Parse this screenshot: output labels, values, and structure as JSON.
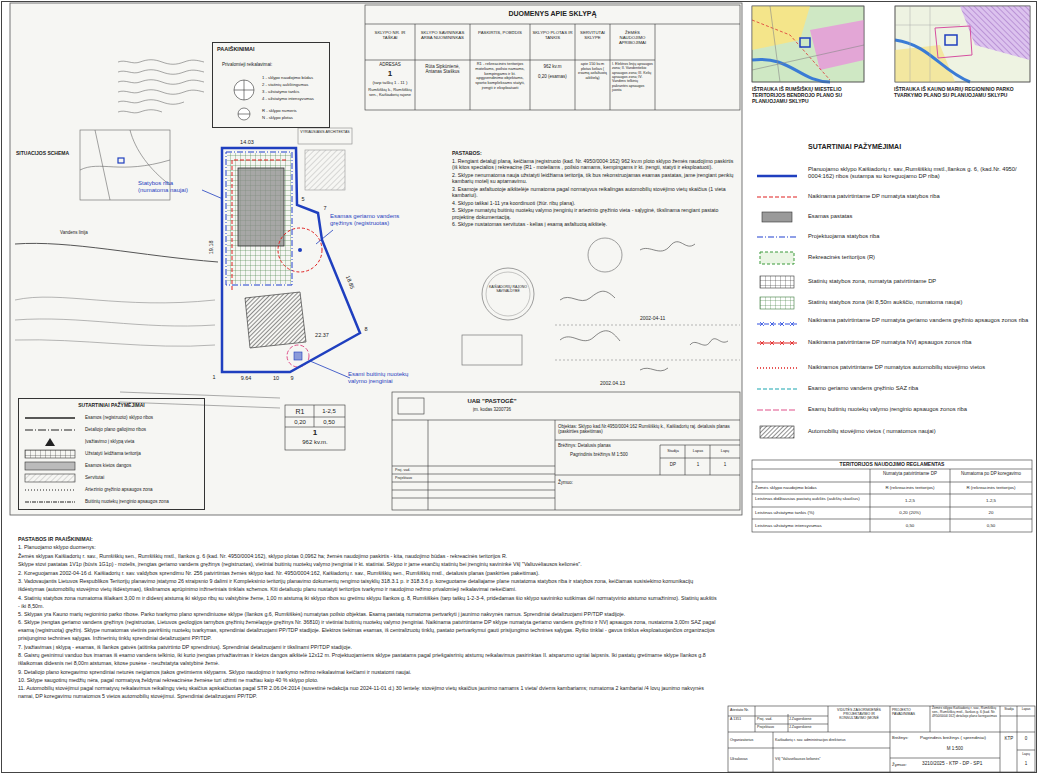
{
  "diagram": {
    "nodes": [
      {
        "text": [
          "PAAIŠKINIMAI"
        ]
      },
      {
        "text": [
          "DUOMENYS APIE SKLYPĄ"
        ]
      },
      {
        "text": [
          "IŠTRAUKA IŠ RUMŠIŠKIŲ MIESTELIO TERITORIJOS BENDROJO PLANO SU PLANUOJAMU SKLYPU"
        ]
      },
      {
        "text": [
          "IŠTRAUKA IŠ KAUNO MARIŲ REGIONINIO PARKO TVARKYMO PLANO SU PLANUOJAMU SKLYPU"
        ]
      },
      {
        "text": [
          "SUTARTINIAI PAŽYMĖJIMAI"
        ]
      },
      {
        "text": [
          "TERITORIJOS NAUDOJIMO REGLAMENTAS"
        ]
      }
    ],
    "labels": [
      "SKLYPO NR. IR TAŠKAI",
      "SKLYPO SAVININKAS ARBA NUOMININKAS",
      "PASKIRTIS, POBŪDIS",
      "SKLYPO PLOTAS IR TANKIS",
      "SERVITUTAI SKLYPE",
      "ŽEMĖS NAUDOJIMO APRIBOJIMAI",
      "ADRESAS",
      "1",
      "(tarp taškų 1 - 11 )",
      "Rumšiškių k., Rumšiškių sen., Kaišiadorių rajone",
      "Rūta Sipkūnienė, Antanas Staškus",
      "R1 - rekreacinės teritorijos moteliams, poilsio namams, kempingams ir kt. apgyvendinimo objektams, sporto kompleksams statyti, įrengti ir eksploatuoti",
      "962 kv.m",
      "0,20 (esamas)",
      "apie 150 kv.m plotas kelias ( esamą asfaltuotą aikštelę)",
      "I. Elektros linijų apsaugos zona; II. Vandentiekio apsaugos zona; III. Kelių apsaugos zona; IV. Vandens telkinių pakrantės apsaugos juosta",
      "Privalomieji reikalavimai:",
      "1 - sklypo naudojimo būdas",
      "2 - statinių aukštingumas",
      "3 - užstatymo tankis",
      "4 - užstatymo intensyvumas",
      "R - sklypo numeris",
      "N - sklypo plotas",
      "SITUACIJOS SCHEMA",
      "VYRIAUSIASIS ARCHITEKTAS",
      "PASTABOS:",
      "1. Rengiant detalųjį planą, keičiama įregistruoto (kad. Nr. 4950/0004:162) 962 kv.m ploto sklypo žemės naudojimo paskirtis (iš kitos specialios į rekreacinę (R1 - moteliams , poilsio namams, kempingams ir kt. įrengti, statyti ir eksploatuoti).",
      "2. Sklype nenumatoma nauja užstatyti leidžiama teritorija, tik bus rekonstruojamas esamas pastatas, jame įrengiant penkių kambarių motelį su aptarnavimu.",
      "3. Esamoje asfaltuotoje aikštelėje numatoma pagal normatyvus reikalingas automobilių stovėjimo vietų skaičius (1 vieta kambariui).",
      "4. Sklypo taškai 1-11 yra koordinuoti (žiūr. ribų planą).",
      "5. Sklype numatytų buitinių nuotekų valymo įrenginių ir artezinio gręžinio vieta - sąlyginė, tikslinama rengiant pastato projektinę dokumentaciją.",
      "6. Sklype nustatomas servitutas - kelias į esamą asfaltuotą aikštelę.",
      "14.03",
      "19.18",
      "18.85",
      "22.37",
      "9.64",
      "1",
      "10",
      "9",
      "5",
      "7",
      "8",
      "Vandens linija",
      "Statybos riba (numatoma naujai)",
      "Esamas geriamo vandens gręžinys (registruotas)",
      "Esami buitinių nuotekų valymo įrenginiai",
      "R1",
      "1-2,5",
      "0,20",
      "0,50",
      "1",
      "962 kv.m.",
      "Esamos (registruoto) sklypo ribos",
      "Detaliojo plano galiojimo ribos",
      "Įvažiavimo į sklypą vieta",
      "Užstatyti leidžiama teritorija",
      "Esamos kietos dangos",
      "Servitutai",
      "Artezinio gręžinio apsaugos zona",
      "Buitinių nuotekų įrenginio apsaugos zona",
      "UAB \"PASTOGĖ\"",
      "įm. kodas 3200736",
      "Objektas: Sklypo kad.Nr.4950/0004:162 Rumšiškių k., Kaišiadorių raj. detalusis planas (paskirties pakeitimas)",
      "Brėžinys: Detalusis planas",
      "Pagrindinis brėžinys M 1:500",
      "Žymuo:",
      "Stadija",
      "Lapas",
      "Lapų",
      "DP",
      "1",
      "1",
      "Proj. vad.",
      "Projektavo",
      "KAIŠIADORIŲ RAJONO SAVIVALDYBĖ",
      "2002-04-11",
      "2002.04.13",
      "SUTARTINIAI PAŽYMĖJIMAI",
      "Numatyta patvirtintame DP",
      "Numatoma po DP koregavimo",
      "Žemės sklypo naudojimo būdas",
      "R (rekreacinės teritorijos)",
      "R (rekreacinės teritorijos)",
      "Leistinas didžiausias pastatų aukštis (aukštų skaičius)",
      "1-2,5",
      "1-2,5",
      "Leistinas užstatymo tankis (%)",
      "0,20 (20%)",
      "20",
      "Leistinas užstatymo intensyvumas",
      "0,50",
      "0,50",
      "PASTABOS IR PAAIŠKINIMAI:",
      "1. Planuojamo sklypo duomenys:",
      "Žemės sklypas Kaišiadorių r. sav., Rumšiškių sen., Rumšiškių mstl., Ilankos g. 6 (kad. Nr. 4950/0004:162), sklypo plotas 0,0962 ha; žemės naudojimo paskirtis - kita, naudojimo būdas - rekreacinės teritorijos R.",
      "Sklype stovi pastatas 1V1p (būvis 1G1p) - motelis, įrengtas geriamo vandens gręžinys (registruotas), vietiniai buitinių nuotekų valymo įrenginiai ir kt. statiniai. Sklypo ir jame esančių statinių bei įrenginių savininkė VšĮ \"Valiuvėliausos kelionės\".",
      "2. Koreguojamas 2002-04-16 d. Kaišiadorių r. sav. valdybos sprendimu Nr. 256 patvirtintas žemės sklypo kad. Nr. 4950/0004:162, Kaišiadorių r. sav., Rumšiškių sen., Rumšiškių mstl., detalusis planas (paskirties pakeitimas).",
      "3. Vadovaujantis Lietuvos Respublikos Teritorijų planavimo įstatymo 26 straipsnio 9 dalimi ir Kompleksinio teritorijų planavimo dokumentų rengimo taisyklių 318.3.1 p. ir 318.3.6 p. koreguotame detaliajame plane nustatoma statybos riba ir statybos zona, keičiamas susisiekimo komunikacijų išdėstymas (automobilių stovėjimo vietų išdėstymas), tikslinamos aprūpinimo inžineriniais tinklais schemos. Kiti detaliuoju planu nustatyti teritorijos tvarkymo ir naudojimo režimo privalomieji reikalavimai nekeičiami.",
      "4. Statinių statybos zona numatoma išlaikant 3,00 m ir didesnį atstumą iki sklypo ribų su valstybine žeme, 1,00 m atstumą iki sklypo ribos su gretimu sklypu Ilankos g. 8, Rumšiškės (tarp taškų 1-2-3-4, pridedamas šio sklypo savininko sutikimas dėl normatyvinio atstumo sumažinimo). Statinių aukštis - iki 8,50m.",
      "5. Sklypas yra Kauno marių regioninio parko ribose. Parko tvarkymo plano sprendiniuose sklype (Ilankos g.6, Rumšiškės) numatytas poilsio objektas. Esamą pastatą numatoma pertvarkyti į jaunimo nakvynės namus. Sprendiniai detalizuojami PP/TDP stadijoje.",
      "6. Sklype įrengtas geriamo vandens gręžinys (registruotas, Lietuvos geologijos tarnybos gręžinių žemėlapyje gręžinys Nr. 36810) ir vietiniai buitinių nuotekų valymo įrenginiai. Naikinama patvirtintame DP sklype numatyta geriamo vandens gręžinio ir NVĮ apsaugos zona, nustatoma 3,00m SAZ pagal esamą (registruotą) gręžinį. Sklype numatomas vietinis paviršinių nuotekų tvarkymas, sprendiniai detalizuojami PP/TDP stadijoje. Elektros tiekimas esamas, iš centralizuotų tinklų, pastato pertvarkymui gauti prisijungimo technines sąlygas. Ryšio tinklai - gavus tinklus eksploatuojančios organizacijos prisijungimo technines sąlygas. Inžinerinių tinklų sprendiniai detalizuojami PP/TDP.",
      "7. Įvažiavimas į sklypą - esamas, iš Ilankos gatvės (atitinka patvirtinto DP sprendinius). Sprendiniai detalizuojami ir tikslinami PP/TDP stadijoje.",
      "8. Gaisrų gesinimui vanduo bus imamas iš esamo vandens telkinio, iki kurio įrengtas privažiavimas ir kietos dangos aikštelė 12x12 m. Projektuojamiems sklype pastatams pagal priešgaisrinių atstumų reikalavimus pasirinktas II. atsparumo ugniai laipsnis. Iki pastatų gretimame sklype Ilankos g.8 išlaikomas didesnis nei 8,00m atstumas, kitose pusėse - neužstatyta valstybinė žemė.",
      "9. Detaliojo plano koregavimo sprendiniai neturės neigiamos įtakos gretimiems sklypams. Sklypo naudojimo ir tvarkymo režimo reikalavimai keičiami ir nustatomi naujai.",
      "10. Sklype saugotinų medžių nėra, pagal normatyvą želdynai rekreacinėse žemėse turi užimti ne mažiau kaip 40 % sklypo ploto.",
      "11. Automobilių stovėjimui pagal normatyvų reikalavimus reikalingų vietų skaičius apskaičiuotas pagal STR 2.06.04:2014 (suvestinė redakcija nuo 2024-11-01 d.) 30 lentelę: stovėjimo vietų skaičius jaunimo namams 1 vieta/ dviems kambariams; numatoma 2 kambariai /4 lovų jaunimo nakvynės namai, DP koregavimu numatomos 5 vietos automobilių stovėjimui. Sprendiniai detalizuojami PP/TDP.",
      "Atestato Nr.",
      "A 1351",
      "Proj. vad.",
      "J.Zagorskienė",
      "Projektavo",
      "J.Zagorskienė",
      "Organizatorius",
      "Kaišiadorių r. sav. administracijos direktorius",
      "Užsakovas",
      "VšĮ \"Valiuvėliausos kelionės\"",
      "VIDUTĖS ZAGORSKIENĖS PROJEKTAVIMO IR KONSULTAVIMO ĮMONĖ",
      "PROJEKTO PAVADINIMAS",
      "Žemės sklypo Kaišiadorių r. sav., Rumšiškių sen., Rumšiškių mstl., Ilankos g. 6 (kad. Nr. 4950/0004:162) detaliojo plano koregavimas",
      "Brėžinys:",
      "Pagrindinis brėžinys ( sprendiniai)",
      "M 1:500",
      "Žymuo:",
      "3210/2025 - KTP - DP - SP1",
      "Stadija",
      "Lapas",
      "KTP",
      "0",
      "Lapų",
      "1"
    ],
    "legend": [
      {
        "text": "Planuojamo sklypo Kaišiadorių r. sav.,Rumšiškių mstl.,Ilankos g. 6, (kad.Nr. 4950/ 0004:162) ribos (sutampa su koreguojamo DP riba)"
      },
      {
        "text": "Naikinama patvirtintame DP numatyta statybos riba"
      },
      {
        "text": "Esamas pastatas"
      },
      {
        "text": "Projektuojama statybos riba"
      },
      {
        "text": "Rekreacinės teritorijos (R)"
      },
      {
        "text": "Statinių statybos zona, numatyta patvirtintame DP"
      },
      {
        "text": "Statinių statybos zona (iki 8,50m aukščio, numatoma naujai)"
      },
      {
        "text": "Naikinama patvirtintame DP numatyta geriamo vandens gręžinio apsaugos zonos riba"
      },
      {
        "text": "Naikinama patvirtintame DP numatyta NVĮ apsaugos zonos riba"
      },
      {
        "text": "Naikinamos patvirtintame DP numatytos automobilių stovėjimo vietos"
      },
      {
        "text": "Esamo geriamo vandens gręžinio SAZ riba"
      },
      {
        "text": "Esamų buitinių nuotekų valymo įrenginio apsaugos zonos riba"
      },
      {
        "text": "Automobilių stovėjimo vietos ( numatomos naujai)"
      }
    ]
  }
}
